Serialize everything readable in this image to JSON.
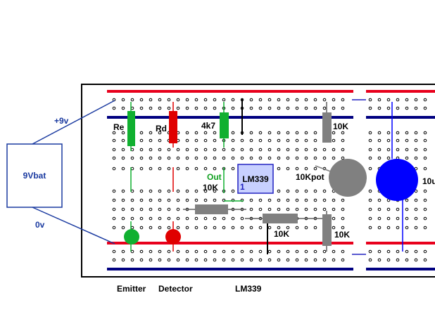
{
  "battery": {
    "label": "9Vbat",
    "plus_label": "+9v",
    "minus_label": "0v"
  },
  "components": {
    "re": "Re",
    "rd": "Rd",
    "r4k7": "4k7",
    "r10k_top": "10K",
    "r10k_mid": "10K",
    "r10k_low": "10K",
    "r10k_right": "10K",
    "pot": "10Kpot",
    "chip": "LM339",
    "out": "Out",
    "pin1": "1",
    "cap": "10u"
  },
  "bottom_labels": {
    "emitter": "Emitter",
    "detector": "Detector",
    "chip": "LM339"
  },
  "colors": {
    "rail_red": "#e8001c",
    "rail_blue": "#000080",
    "hole": "#000000",
    "green": "#10b030",
    "red": "#e00000",
    "gray": "#808080",
    "blue": "#0000ff",
    "chip_fill": "#c8d0ff",
    "chip_border": "#2020c0",
    "wire_blue": "#2020c0"
  }
}
